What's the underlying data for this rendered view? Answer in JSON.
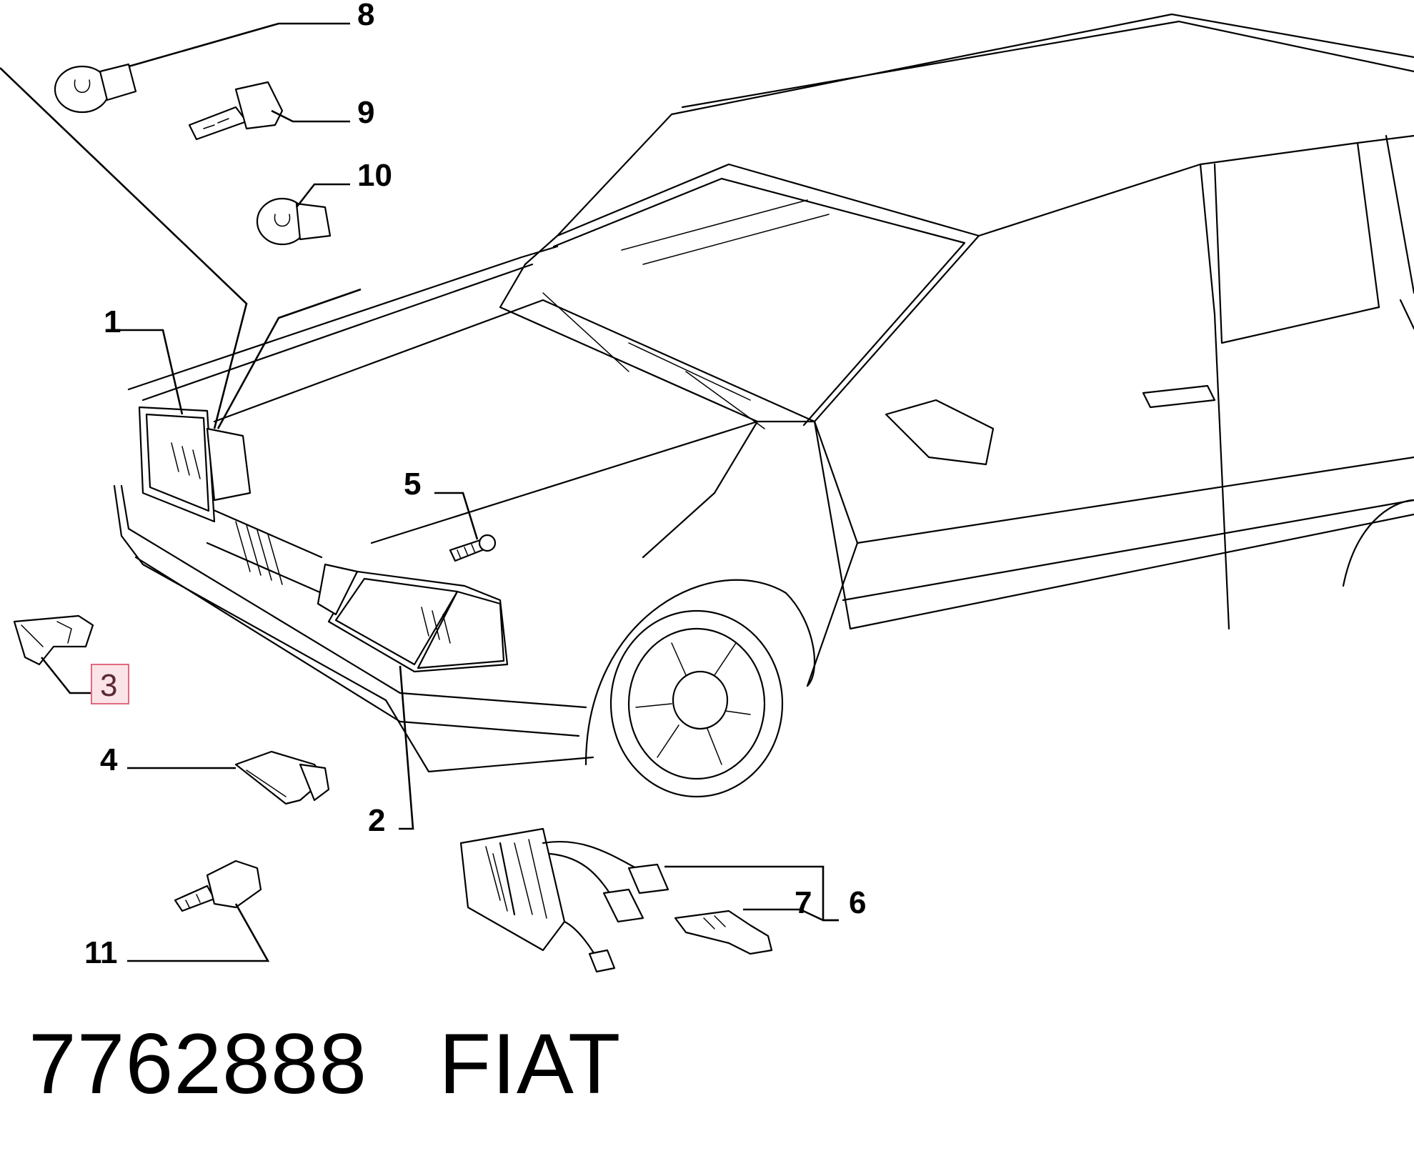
{
  "callouts": {
    "c1": "1",
    "c2": "2",
    "c3": "3",
    "c4": "4",
    "c5": "5",
    "c6": "6",
    "c7": "7",
    "c8": "8",
    "c9": "9",
    "c10": "10",
    "c11": "11"
  },
  "highlighted_callout": "3",
  "caption": {
    "part_number": "7762888",
    "brand": "FIAT"
  },
  "colors": {
    "line": "#000000",
    "highlight_fill": "#fbe4e8",
    "highlight_border": "#e06a7e"
  }
}
